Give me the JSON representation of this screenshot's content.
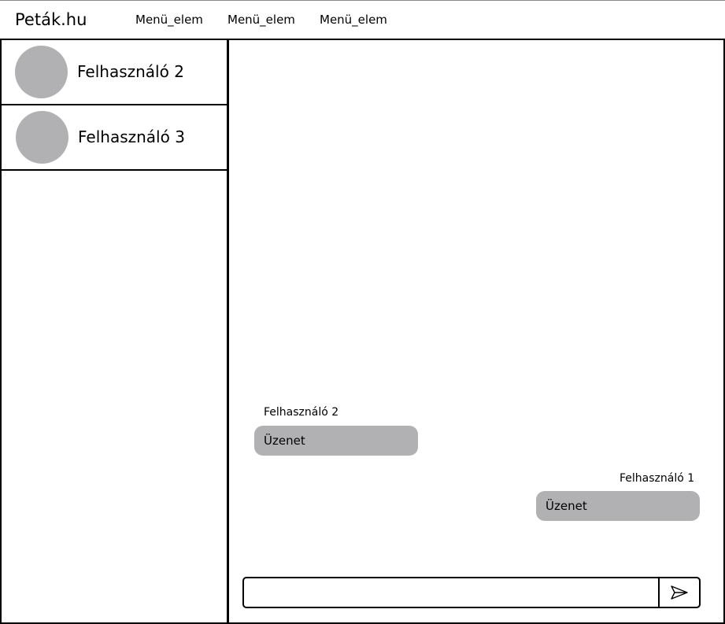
{
  "header": {
    "brand": "Peták.hu",
    "menu": [
      {
        "label": "Menü_elem"
      },
      {
        "label": "Menü_elem"
      },
      {
        "label": "Menü_elem"
      }
    ]
  },
  "sidebar": {
    "contacts": [
      {
        "name": "Felhasználó 2"
      },
      {
        "name": "Felhasználó 3"
      }
    ]
  },
  "chat": {
    "messages": [
      {
        "sender": "Felhasználó 2",
        "text": "Üzenet",
        "side": "left"
      },
      {
        "sender": "Felhasználó 1",
        "text": "Üzenet",
        "side": "right"
      }
    ],
    "input": {
      "value": "",
      "placeholder": ""
    },
    "send_icon": "send-icon"
  },
  "colors": {
    "avatar": "#b1b1b4",
    "bubble": "#b1b1b4",
    "border": "#000000"
  }
}
